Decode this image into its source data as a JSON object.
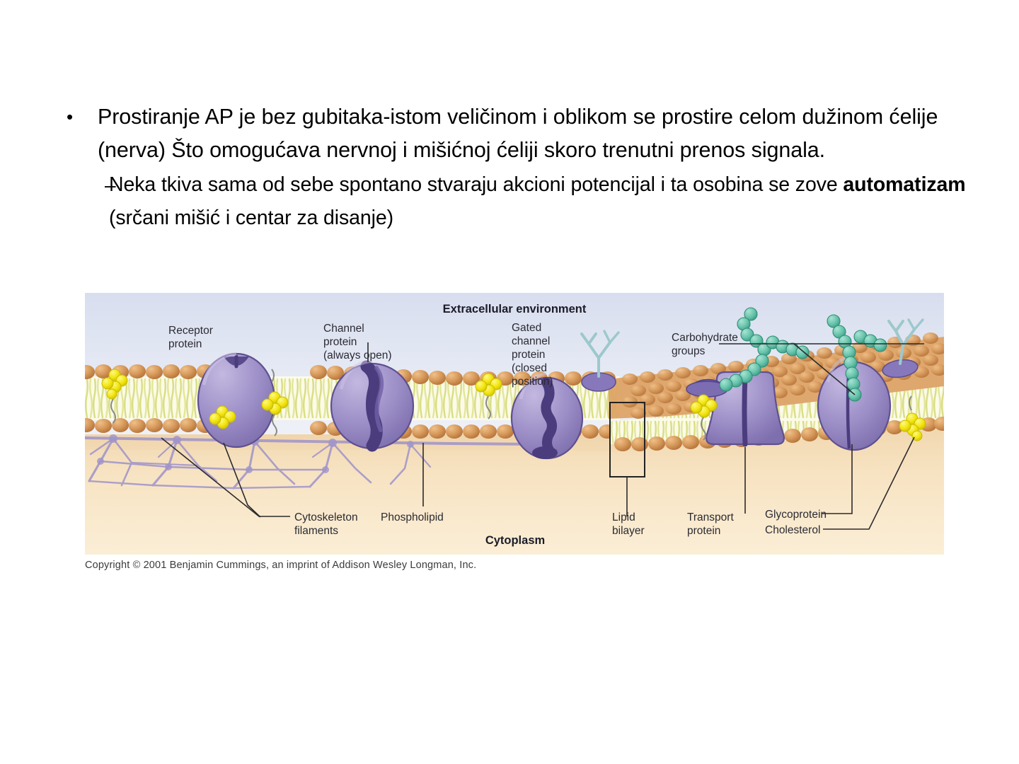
{
  "slide": {
    "bullets": [
      {
        "level": 1,
        "marker": "•",
        "text": "Prostiranje AP je bez gubitaka-istom veličinom i oblikom se prostire celom dužinom ćelije (nerva) Što omogućava nervnoj i mišićnoj ćeliji skoro trenutni prenos signala."
      },
      {
        "level": 2,
        "marker": "–",
        "text_before": "Neka tkiva sama od sebe spontano stvaraju akcioni potencijal i ta osobina se zove ",
        "emphasis": "automatizam",
        "text_after": " (srčani mišić i centar za disanje)"
      }
    ]
  },
  "figure": {
    "title_top": "Extracellular environment",
    "title_bottom": "Cytoplasm",
    "labels": {
      "receptor_protein": "Receptor\nprotein",
      "receptor_protein_l1": "Receptor",
      "receptor_protein_l2": "protein",
      "channel_protein_l1": "Channel",
      "channel_protein_l2": "protein",
      "channel_protein_l3": "(always open)",
      "gated_l1": "Gated",
      "gated_l2": "channel",
      "gated_l3": "protein",
      "gated_l4": "(closed",
      "gated_l5": "position)",
      "carbohydrate_l1": "Carbohydrate",
      "carbohydrate_l2": "groups",
      "cytoskeleton_l1": "Cytoskeleton",
      "cytoskeleton_l2": "filaments",
      "phospholipid": "Phospholipid",
      "lipid_bilayer_l1": "Lipid",
      "lipid_bilayer_l2": "bilayer",
      "transport_l1": "Transport",
      "transport_l2": "protein",
      "glycoprotein": "Glycoprotein",
      "cholesterol": "Cholesterol"
    },
    "colors": {
      "extracellular_bg_top": "#dfe4f2",
      "extracellular_bg_bottom": "#f0f2f8",
      "cytoplasm_bg": "#f5dcb4",
      "phospholipid_head": "#d09b5e",
      "phospholipid_tail": "#e8e8b0",
      "protein_purple": "#9b8dc4",
      "protein_purple_dark": "#5d4e8c",
      "cholesterol_yellow": "#f2e310",
      "carbohydrate_teal": "#66c2ae",
      "cytoskeleton_purple": "#9f94c9"
    }
  },
  "copyright": "Copyright © 2001 Benjamin Cummings, an imprint of Addison Wesley Longman, Inc."
}
